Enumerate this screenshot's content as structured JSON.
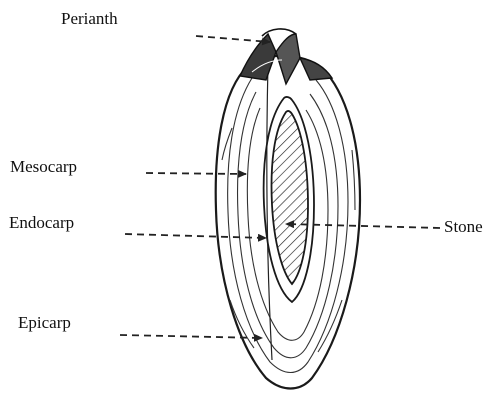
{
  "diagram": {
    "labels": {
      "perianth": "Perianth",
      "mesocarp": "Mesocarp",
      "endocarp": "Endocarp",
      "epicarp": "Epicarp",
      "stone": "Stone"
    }
  }
}
